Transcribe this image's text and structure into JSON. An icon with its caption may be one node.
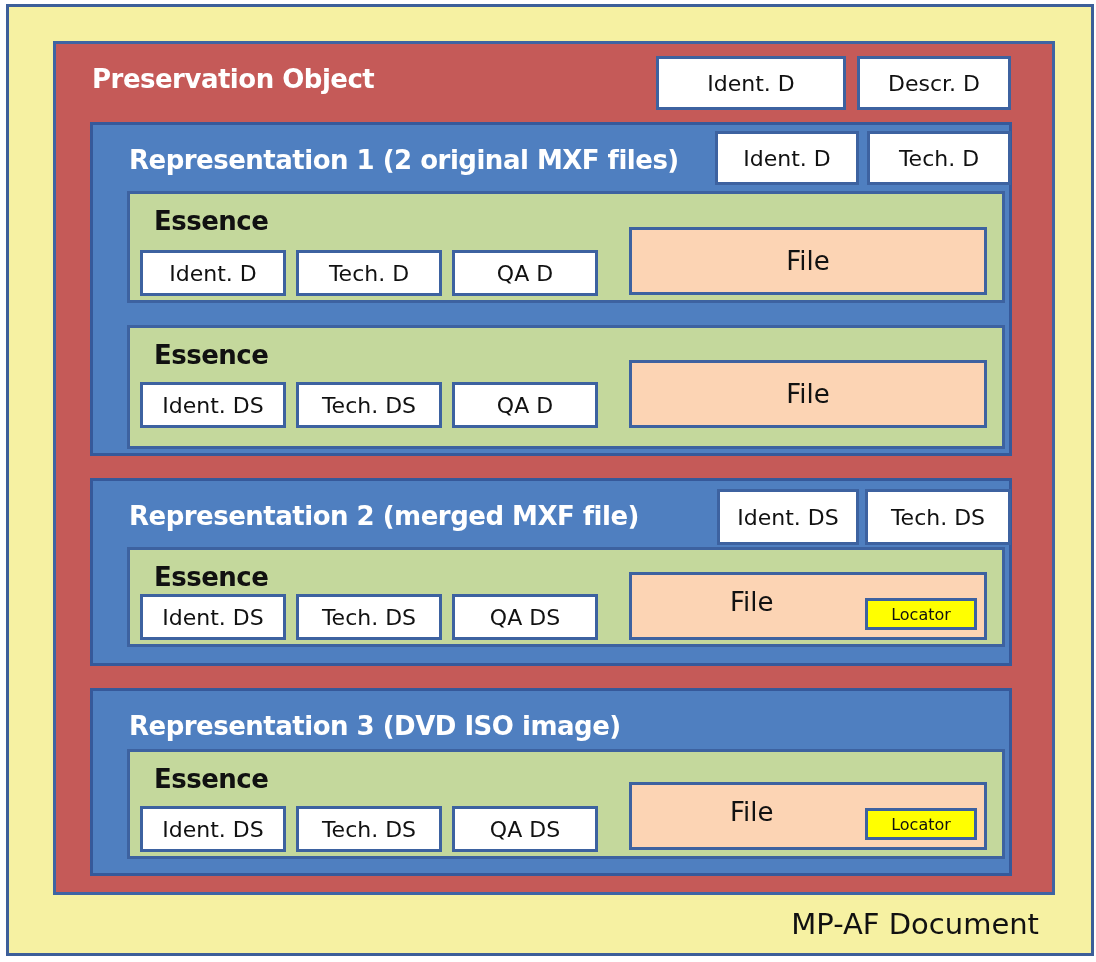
{
  "diagram": {
    "nodes": [
      {
        "text": [
          "MP-AF Document"
        ]
      },
      {
        "text": [
          "Preservation Object"
        ],
        "in": 0
      },
      {
        "text": [
          "Ident. D"
        ],
        "in": 1
      },
      {
        "text": [
          "Descr. D"
        ],
        "in": 1
      },
      {
        "text": [
          "Representation 1 (2 original MXF files)"
        ],
        "in": 1
      },
      {
        "text": [
          "Ident. D"
        ],
        "in": 4
      },
      {
        "text": [
          "Tech. D"
        ],
        "in": 4
      },
      {
        "text": [
          "Essence"
        ],
        "in": 4
      },
      {
        "text": [
          "Ident. D"
        ],
        "in": 7
      },
      {
        "text": [
          "Tech. D"
        ],
        "in": 7
      },
      {
        "text": [
          "QA D"
        ],
        "in": 7
      },
      {
        "text": [
          "File"
        ],
        "in": 7
      },
      {
        "text": [
          "Essence"
        ],
        "in": 4
      },
      {
        "text": [
          "Ident. DS"
        ],
        "in": 12
      },
      {
        "text": [
          "Tech. DS"
        ],
        "in": 12
      },
      {
        "text": [
          "QA D"
        ],
        "in": 12
      },
      {
        "text": [
          "File"
        ],
        "in": 12
      },
      {
        "text": [
          "Representation 2 (merged MXF file)"
        ],
        "in": 1
      },
      {
        "text": [
          "Ident. DS"
        ],
        "in": 17
      },
      {
        "text": [
          "Tech. DS"
        ],
        "in": 17
      },
      {
        "text": [
          "Essence"
        ],
        "in": 17
      },
      {
        "text": [
          "Ident. DS"
        ],
        "in": 20
      },
      {
        "text": [
          "Tech. DS"
        ],
        "in": 20
      },
      {
        "text": [
          "QA DS"
        ],
        "in": 20
      },
      {
        "text": [
          "File"
        ],
        "in": 20
      },
      {
        "text": [
          "Locator"
        ],
        "in": 24
      },
      {
        "text": [
          "Representation 3 (DVD ISO image)"
        ],
        "in": 1
      },
      {
        "text": [
          "Essence"
        ],
        "in": 26
      },
      {
        "text": [
          "Ident. DS"
        ],
        "in": 27
      },
      {
        "text": [
          "Tech. DS"
        ],
        "in": 27
      },
      {
        "text": [
          "QA DS"
        ],
        "in": 27
      },
      {
        "text": [
          "File"
        ],
        "in": 27
      },
      {
        "text": [
          "Locator"
        ],
        "in": 31
      }
    ]
  }
}
